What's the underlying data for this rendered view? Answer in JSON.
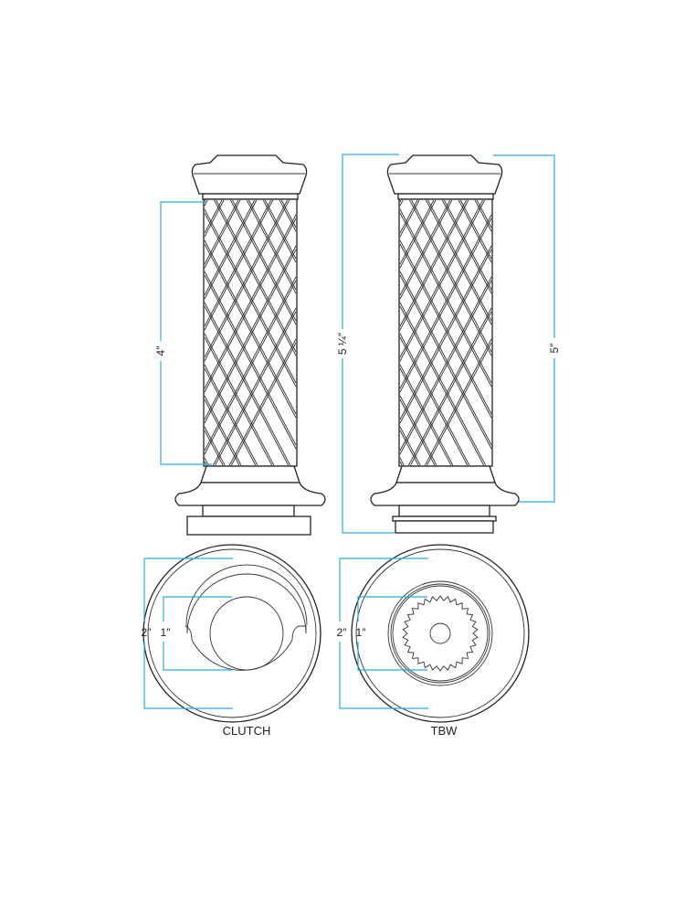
{
  "dimensions": {
    "clutch_length": "4″",
    "tbw_overall_length": "5 ¼″",
    "tbw_length": "5″",
    "clutch_outer_diameter": "2″",
    "clutch_inner_diameter": "1″",
    "tbw_outer_diameter": "2″",
    "tbw_inner_diameter": "1″"
  },
  "labels": {
    "clutch": "CLUTCH",
    "tbw": "TBW"
  },
  "colors": {
    "dimension": "#29abe2",
    "line": "#222222"
  }
}
